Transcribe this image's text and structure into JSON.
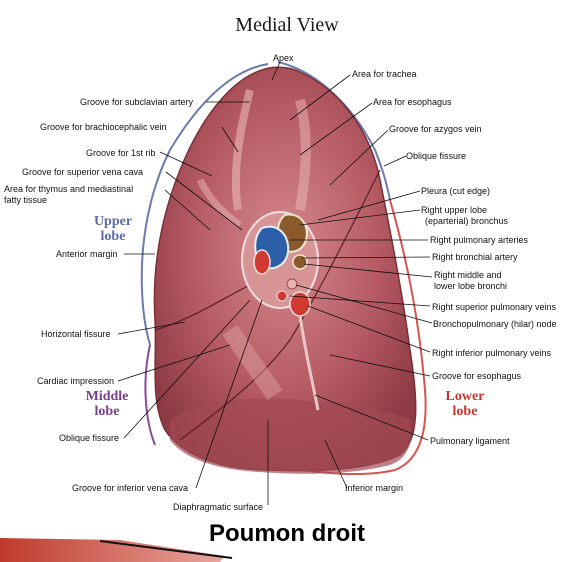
{
  "title": "Medial View",
  "caption": "Poumon droit",
  "colors": {
    "upper_lobe": "#5b6aa6",
    "middle_lobe": "#7a3f86",
    "lower_lobe": "#c8332f",
    "lung_tissue": "#b8616a",
    "bronchus_brown": "#8a5a2a",
    "artery_blue": "#2d5fa8",
    "vein_red": "#d03a32",
    "accent_bar": "#c0392b"
  },
  "lobes": {
    "upper": [
      "Upper",
      "lobe"
    ],
    "middle": [
      "Middle",
      "lobe"
    ],
    "lower": [
      "Lower",
      "lobe"
    ]
  },
  "labels": [
    "Apex",
    "Area for trachea",
    "Groove for subclavian artery",
    "Area for esophagus",
    "Groove for brachiocephalic vein",
    "Groove for azygos vein",
    "Groove for 1st rib",
    "Oblique fissure",
    "Groove for superior vena cava",
    "Area for thymus and mediastinal",
    "fatty tissue",
    "Pleura (cut edge)",
    "Right upper lobe",
    "(eparterial) bronchus",
    "Right pulmonary arteries",
    "Anterior margin",
    "Right bronchial artery",
    "Right middle and",
    "lower lobe bronchi",
    "Right superior pulmonary veins",
    "Horizontal fissure",
    "Bronchopulmonary (hilar) node",
    "Right inferior pulmonary veins",
    "Groove for esophagus",
    "Cardiac impression",
    "Oblique fissure",
    "Pulmonary ligament",
    "Groove for inferior vena cava",
    "Diaphragmatic surface",
    "Inferior margin"
  ]
}
